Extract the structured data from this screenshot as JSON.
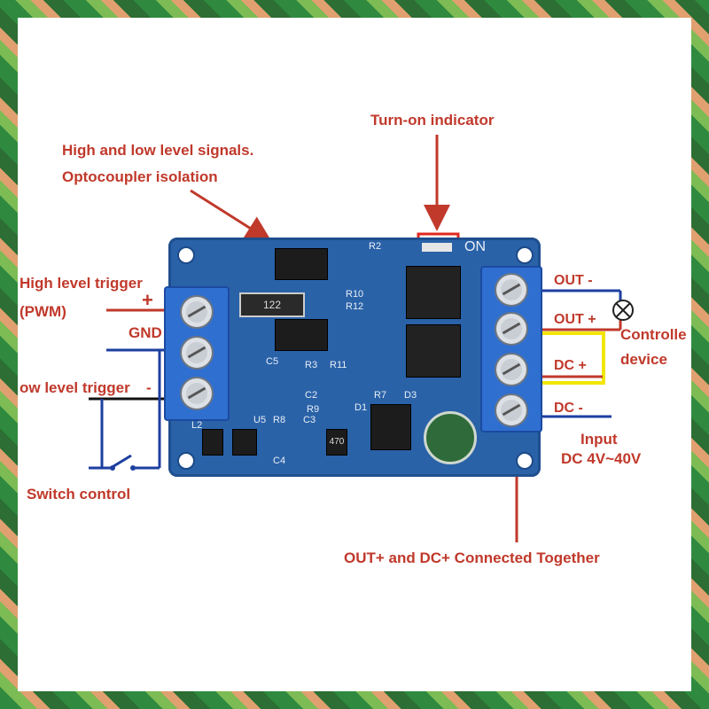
{
  "labels": {
    "turn_on": "Turn-on indicator",
    "hl_line1": "High and low level signals.",
    "hl_line2": "Optocoupler isolation",
    "high_trigger": "High level trigger",
    "pwm": "(PWM)",
    "gnd": "GND",
    "low_trigger": "ow level trigger",
    "switch_control": "Switch control",
    "out_minus": "OUT  -",
    "out_plus": "OUT  +",
    "dc_plus": "DC  +",
    "dc_minus": "DC  -",
    "controller": "Controlle",
    "device": "device",
    "input": "Input",
    "input_range": "DC   4V~40V",
    "connected": "OUT+ and DC+ Connected Together",
    "plus_sign": "+",
    "minus_sign": "-"
  },
  "board_silk": {
    "on": "ON",
    "r2": "R2",
    "r10": "R10",
    "r12": "R12",
    "r3": "R3",
    "r11": "R11",
    "c5": "C5",
    "c2": "C2",
    "r9": "R9",
    "r7": "R7",
    "c3": "C3",
    "d3": "D3",
    "d1": "D1",
    "u5": "U5",
    "r8": "R8",
    "l2": "L2",
    "c4": "C4",
    "code_122": "122",
    "code_470": "470"
  },
  "colors": {
    "annotation_red": "#c0392b",
    "highlight_yellow": "#f2e600",
    "wire_blue": "#1d3fa0",
    "board_blue": "#2a62a8"
  }
}
